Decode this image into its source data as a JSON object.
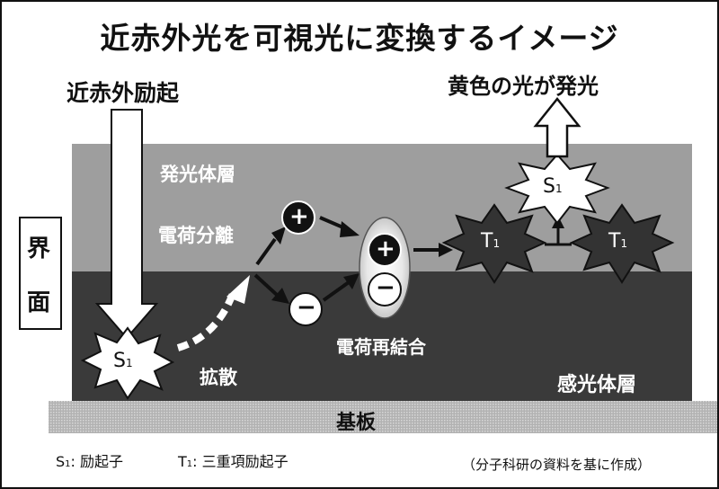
{
  "title": "近赤外光を可視光に変換するイメージ",
  "labels": {
    "nir_excitation": "近赤外励起",
    "yellow_emission": "黄色の光が発光",
    "interface": [
      "界",
      "面"
    ],
    "emitter_layer": "発光体層",
    "charge_separation": "電荷分離",
    "recombination": "電荷再結合",
    "diffusion": "拡散",
    "sensitizer_layer": "感光体層",
    "substrate": "基板"
  },
  "species": {
    "s1": {
      "letter": "S",
      "sub": "1"
    },
    "t1": {
      "letter": "T",
      "sub": "1"
    },
    "hole": "+",
    "electron": "−"
  },
  "legend": {
    "s1_def": {
      "letter": "S",
      "sub": "1",
      "text": ": 励起子"
    },
    "t1_def": {
      "letter": "T",
      "sub": "1",
      "text": ": 三重項励起子"
    }
  },
  "source": "（分子科研の資料を基に作成）",
  "colors": {
    "emitter_layer": "#9e9e9e",
    "sensitizer_layer": "#3a3a3a",
    "substrate": "#bdbdbd",
    "ink": "#111111"
  }
}
